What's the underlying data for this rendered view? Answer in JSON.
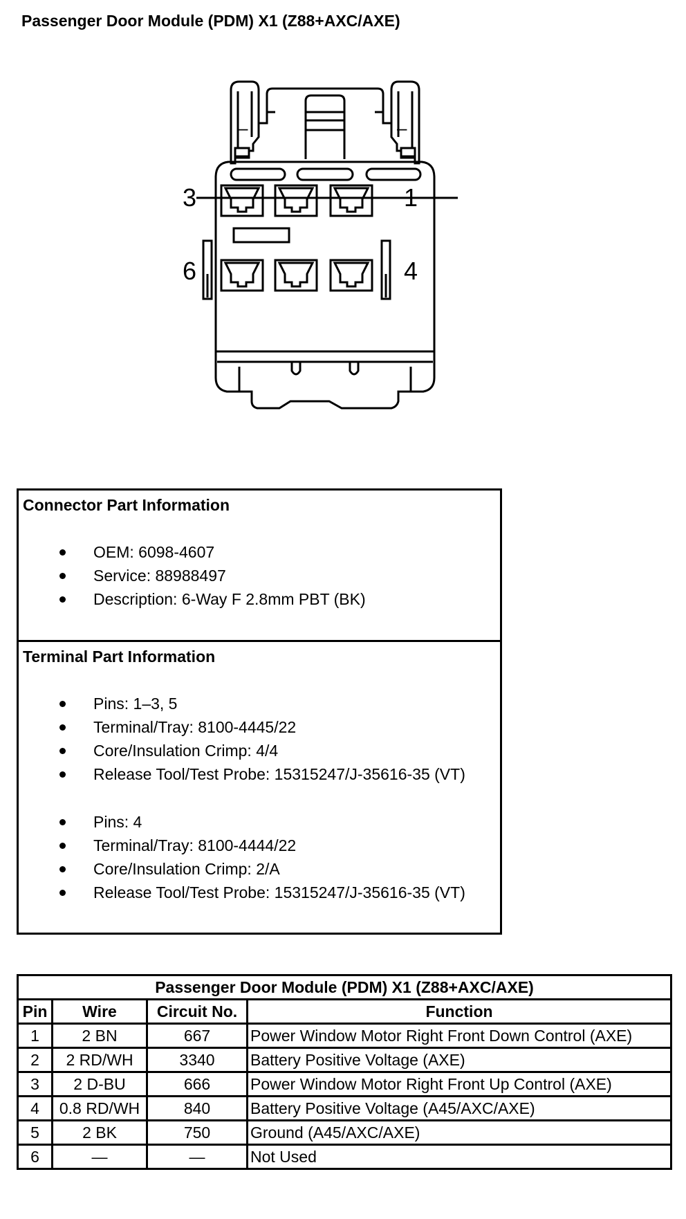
{
  "document": {
    "title": "Passenger Door Module (PDM) X1 (Z88+AXC/AXE)"
  },
  "connector_diagram": {
    "pin_labels": {
      "p1": "1",
      "p3": "3",
      "p4": "4",
      "p6": "6"
    },
    "lock_marks": {
      "left": "–",
      "right": "–"
    }
  },
  "connector_info": {
    "heading": "Connector Part Information",
    "items": [
      "OEM: 6098-4607",
      "Service: 88988497",
      "Description: 6-Way F 2.8mm PBT (BK)"
    ]
  },
  "terminal_info": {
    "heading": "Terminal Part Information",
    "groups": [
      [
        "Pins: 1–3, 5",
        "Terminal/Tray: 8100-4445/22",
        "Core/Insulation Crimp: 4/4",
        "Release Tool/Test Probe: 15315247/J-35616-35 (VT)"
      ],
      [
        "Pins: 4",
        "Terminal/Tray: 8100-4444/22",
        "Core/Insulation Crimp: 2/A",
        "Release Tool/Test Probe: 15315247/J-35616-35 (VT)"
      ]
    ]
  },
  "pin_table": {
    "caption": "Passenger Door Module (PDM) X1 (Z88+AXC/AXE)",
    "headers": [
      "Pin",
      "Wire",
      "Circuit No.",
      "Function"
    ],
    "rows": [
      [
        "1",
        "2 BN",
        "667",
        "Power Window Motor Right Front Down Control (AXE)"
      ],
      [
        "2",
        "2 RD/WH",
        "3340",
        "Battery Positive Voltage (AXE)"
      ],
      [
        "3",
        "2 D-BU",
        "666",
        "Power Window Motor Right Front Up Control (AXE)"
      ],
      [
        "4",
        "0.8 RD/WH",
        "840",
        "Battery Positive Voltage (A45/AXC/AXE)"
      ],
      [
        "5",
        "2 BK",
        "750",
        "Ground (A45/AXC/AXE)"
      ],
      [
        "6",
        "—",
        "—",
        "Not Used"
      ]
    ]
  }
}
